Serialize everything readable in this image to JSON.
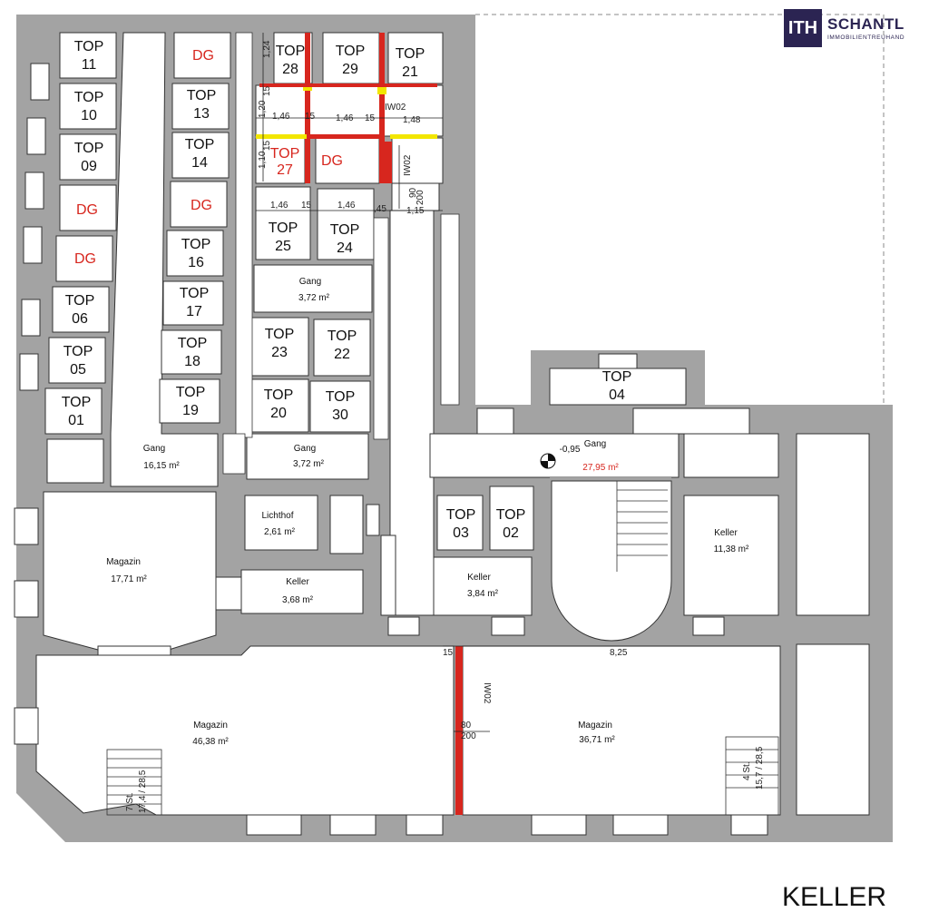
{
  "brand": {
    "mark": "ITH",
    "name": "SCHANTL",
    "subtitle": "IMMOBILIENTREUHAND",
    "primary_color": "#2b2452"
  },
  "floor_label": "KELLER",
  "colors": {
    "wall": "#a3a3a3",
    "room": "#ffffff",
    "red_partition": "#d7261e",
    "yellow_partition": "#f2e600",
    "label_red": "#d7261e"
  },
  "rooms": {
    "top11": "TOP\n11",
    "top10": "TOP\n10",
    "top09": "TOP\n09",
    "dg1": "DG",
    "dg2": "DG",
    "top06": "TOP\n06",
    "top05": "TOP\n05",
    "top01": "TOP\n01",
    "dg3": "DG",
    "top13": "TOP\n13",
    "top14": "TOP\n14",
    "dg4": "DG",
    "top16": "TOP\n16",
    "top17": "TOP\n17",
    "top18": "TOP\n18",
    "top19": "TOP\n19",
    "top28": "TOP\n28",
    "top29": "TOP\n29",
    "top21": "TOP\n21",
    "top27": "TOP\n27",
    "dg5": "DG",
    "top25": "TOP\n25",
    "top24": "TOP\n24",
    "top23": "TOP\n23",
    "top22": "TOP\n22",
    "top20": "TOP\n20",
    "top30": "TOP\n30",
    "top04": "TOP\n04",
    "top03": "TOP\n03",
    "top02": "TOP\n02",
    "gang_main": "Gang",
    "gang_main_area": "16,15 m²",
    "gang_a": "Gang",
    "gang_a_area": "3,72 m²",
    "gang_b": "Gang",
    "gang_b_area": "3,72 m²",
    "gang_east": "Gang",
    "gang_east_area": "27,95 m²",
    "level_mark": "-0,95",
    "lichthof": "Lichthof",
    "lichthof_area": "2,61 m²",
    "magazin_w": "Magazin",
    "magazin_w_area": "17,71 m²",
    "keller_a": "Keller",
    "keller_a_area": "3,68 m²",
    "keller_b": "Keller",
    "keller_b_area": "3,84 m²",
    "keller_c": "Keller",
    "keller_c_area": "11,38 m²",
    "magazin_sw": "Magazin",
    "magazin_sw_area": "46,38 m²",
    "magazin_se": "Magazin",
    "magazin_se_area": "36,71 m²"
  },
  "dimensions": {
    "d_124": "1,24",
    "d_120": "1,20",
    "d_110": "1,10",
    "d_15a": "15",
    "d_15b": "15",
    "d_146a": "1,46",
    "d_15c": "15",
    "d_146b": "1,46",
    "d_15d": "15",
    "d_148": "1,48",
    "d_146c": "1,46",
    "d_15e": "15",
    "d_146d": "1,46",
    "d_45": ",45",
    "d_115": "1,15",
    "iw02a": "IW02",
    "iw02b": "IW02",
    "iw02c": "IW02",
    "d_80": "80",
    "d_200": "200",
    "d_90": "90",
    "d_200b": "200",
    "d_15f": "15",
    "d_825": "8,25",
    "stair_w": "7 St.",
    "stair_w2": "17,4 / 28,5",
    "stair_e": "4 St.",
    "stair_e2": "15,7 / 28,5"
  }
}
